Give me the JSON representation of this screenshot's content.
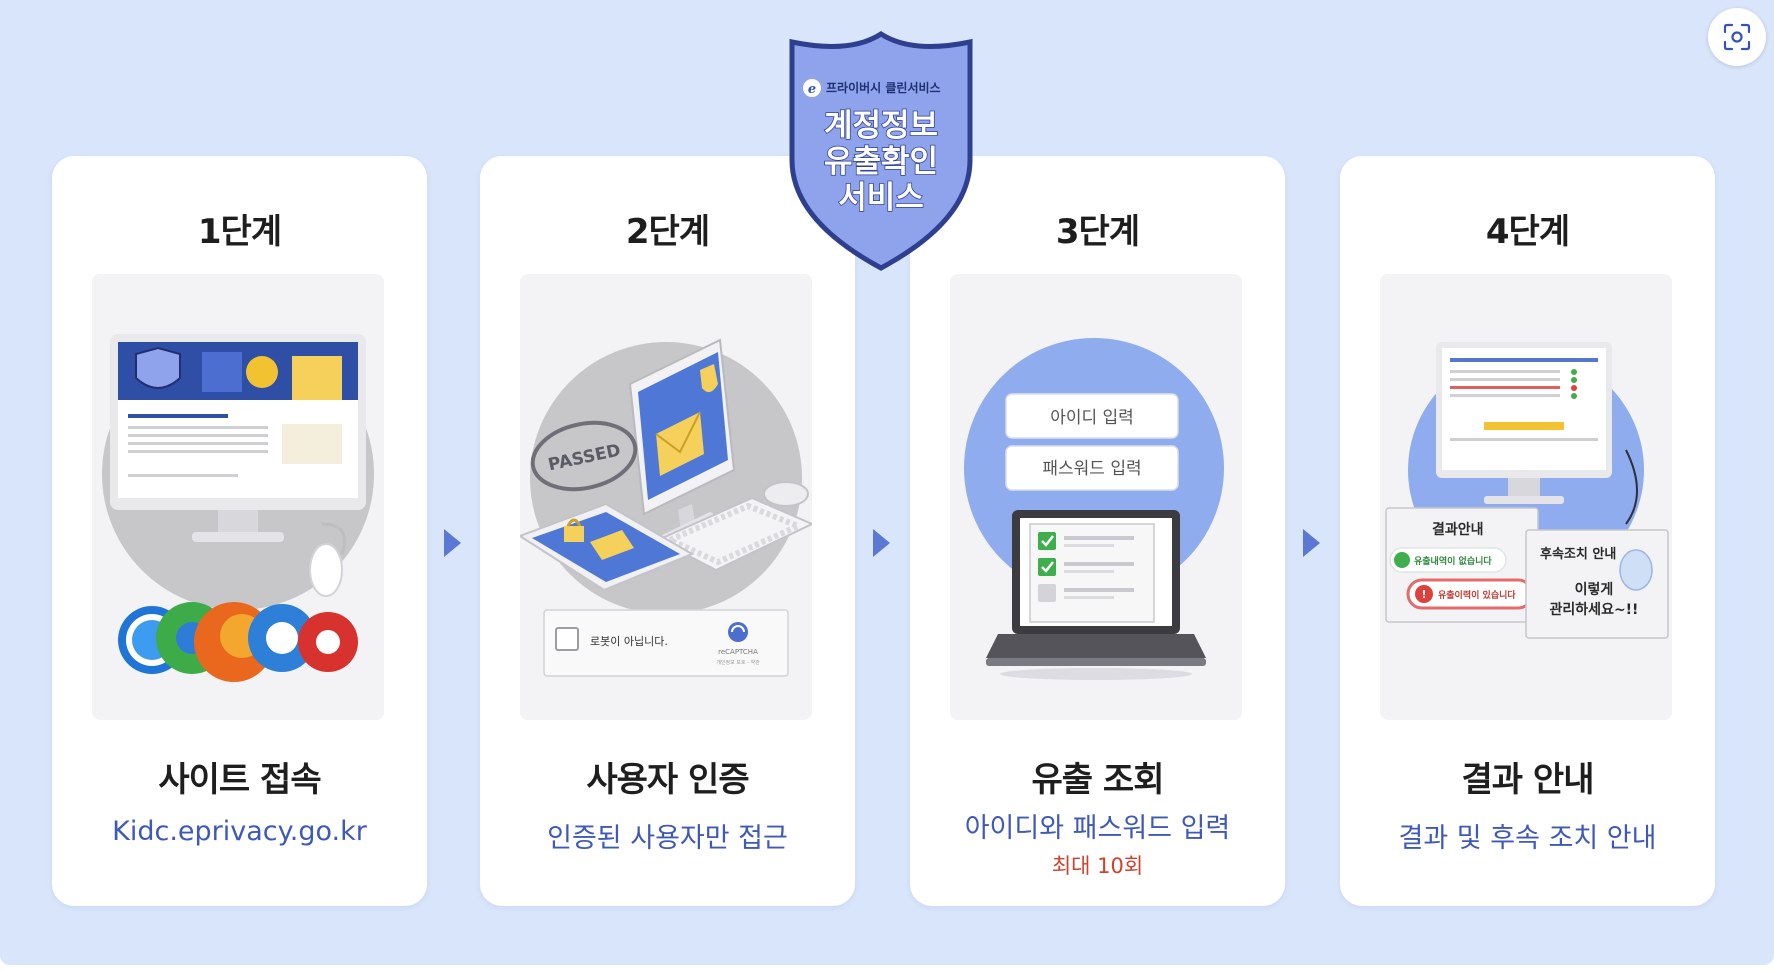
{
  "badge": {
    "brand": "프라이버시 클린서비스",
    "title_lines": [
      "계정정보",
      "유출확인",
      "서비스"
    ]
  },
  "steps": [
    {
      "step_label": "1단계",
      "title": "사이트 접속",
      "description": "Kidc.eprivacy.go.kr",
      "art": {}
    },
    {
      "step_label": "2단계",
      "title": "사용자 인증",
      "description": "인증된 사용자만 접근",
      "art": {
        "stamp_text": "PASSED",
        "captcha_label": "로봇이 아닙니다.",
        "captcha_brand": "reCAPTCHA",
        "captcha_small": "개인정보 보호 - 약관"
      }
    },
    {
      "step_label": "3단계",
      "title": "유출 조회",
      "description": "아이디와 패스워드 입력",
      "note": "최대 10회",
      "art": {
        "id_input": "아이디 입력",
        "pw_input": "패스워드 입력"
      }
    },
    {
      "step_label": "4단계",
      "title": "결과 안내",
      "description": "결과 및 후속 조치 안내",
      "art": {
        "result_title": "결과안내",
        "result_ok": "유출내역이 없습니다",
        "result_bad": "유출이력이 있습니다",
        "followup_title": "후속조치 안내",
        "followup_line1": "이렇게",
        "followup_line2": "관리하세요~!!"
      }
    }
  ],
  "colors": {
    "background": "#d9e5fb",
    "accent_blue": "#3f59b8",
    "arrow": "#5b78d2",
    "badge_fill": "#8ea3ec",
    "badge_border": "#2f3f8f",
    "note_red": "#d1402b"
  },
  "icons": {
    "scan": "screen-capture-icon",
    "arrow": "triangle-right-icon"
  }
}
